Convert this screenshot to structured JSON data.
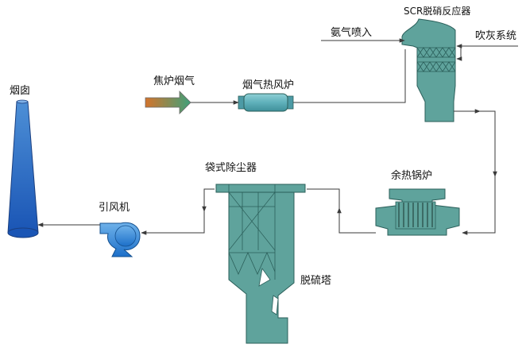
{
  "labels": {
    "chimney": "烟囱",
    "coke_gas": "焦炉烟气",
    "hot_air_furnace": "烟气热风炉",
    "ammonia_injection": "氨气喷入",
    "scr_reactor": "SCR脱硝反应器",
    "soot_blowing": "吹灰系统",
    "waste_heat_boiler": "余热锅炉",
    "bag_filter": "袋式除尘器",
    "induced_fan": "引风机",
    "desulfurization_tower": "脱硫塔"
  },
  "colors": {
    "equipment_fill": "#5fa39c",
    "equipment_stroke": "#2b5f5a",
    "chimney_top": "#4d8fd6",
    "chimney_bottom": "#1a55b5",
    "fan_top": "#6fb2ea",
    "fan_bottom": "#1c6fc9",
    "arrow_start": "#d3742c",
    "arrow_end": "#3ea07a",
    "furnace_fill": "#63b8c2",
    "flow_line": "#3a3a3a"
  },
  "icons": {
    "chimney": "chimney-icon",
    "fan": "fan-icon",
    "flow_arrow": "gas-inlet-arrow-icon"
  }
}
